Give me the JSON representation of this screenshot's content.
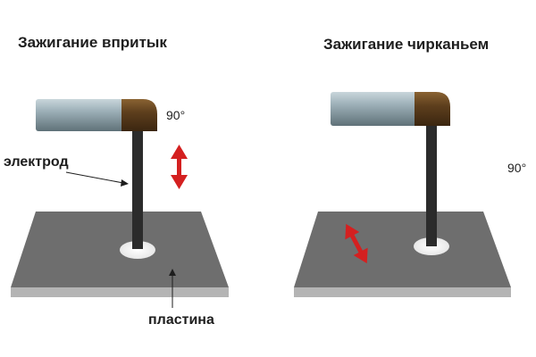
{
  "titles": {
    "left": "Зажигание впритык",
    "right": "Зажигание чирканьем"
  },
  "labels": {
    "electrode": "электрод",
    "plate": "пластина",
    "angle_left": "90°",
    "angle_right": "90°"
  },
  "colors": {
    "plate_top": "#6e6e6e",
    "plate_side": "#b4b4b4",
    "holder_body": "#8fa3ab",
    "holder_cap": "#5a3d1c",
    "electrode_rod": "#2b2b2b",
    "arrow": "#d42020",
    "text": "#1e1e1e"
  },
  "icons": {
    "motion_left": "vertical-double-arrow",
    "motion_right": "diagonal-double-arrow"
  }
}
